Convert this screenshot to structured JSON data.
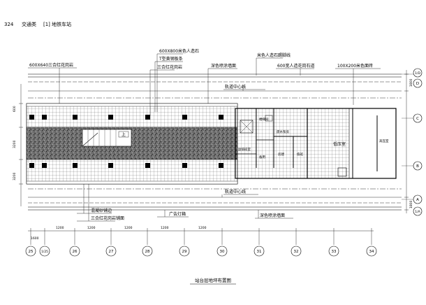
{
  "header": {
    "page_number": "324",
    "category": "交通类",
    "section": "[1] 地铁车站"
  },
  "title": "站台层地坪布置图",
  "labels": {
    "granite_600x800": "600X800米色人造石",
    "tactile_strip": "T型黄钢板条",
    "granite_600x640": "600X640三合红花岗岩",
    "sanhe_red_granite": "三合红花岗岩",
    "dark_spray_wall_top": "深色喷涂墙面",
    "beige_stone_kick": "米色人造石踢脚线",
    "beige_stone_floor": "600宽人造花岗石道",
    "tile_100x200": "100X200米色面砖",
    "track_centerline_top": "轨道中心线",
    "track_centerline_bottom": "轨道中心线",
    "concrete_edge": "混凝砂铺边",
    "sanhe_red_edge": "三合红花岗岩铺面",
    "ad_lightbox": "广告灯箱",
    "dark_spray_wall_bottom": "深色喷涂墙面",
    "stair_up": "上"
  },
  "rooms": {
    "elevator_room": "楼梯间",
    "fan_room": "废水泵房",
    "station_room": "副值班室",
    "spare": "备用",
    "tool_room": "房建",
    "comm_room": "值班",
    "low_voltage": "低压室",
    "high_voltage": "高压室"
  },
  "dimensions": {
    "left_top": "600",
    "left_mid": "3200",
    "left_bottom": "3200",
    "bottom_start": "1600",
    "right_top": "1800",
    "right_bottom": "1800",
    "inline_1": "1200",
    "inline_2": "1200",
    "span_a": "1200",
    "span_b": "1200",
    "bay": "1200",
    "axis_gap": "1600"
  },
  "grid_columns": [
    "25",
    "1/25",
    "26",
    "27",
    "28",
    "29",
    "30",
    "31",
    "32",
    "33",
    "34"
  ],
  "grid_rows": {
    "top": "1/D",
    "d": "D",
    "c": "C",
    "b": "B",
    "a": "A",
    "bottom": "1/A"
  }
}
